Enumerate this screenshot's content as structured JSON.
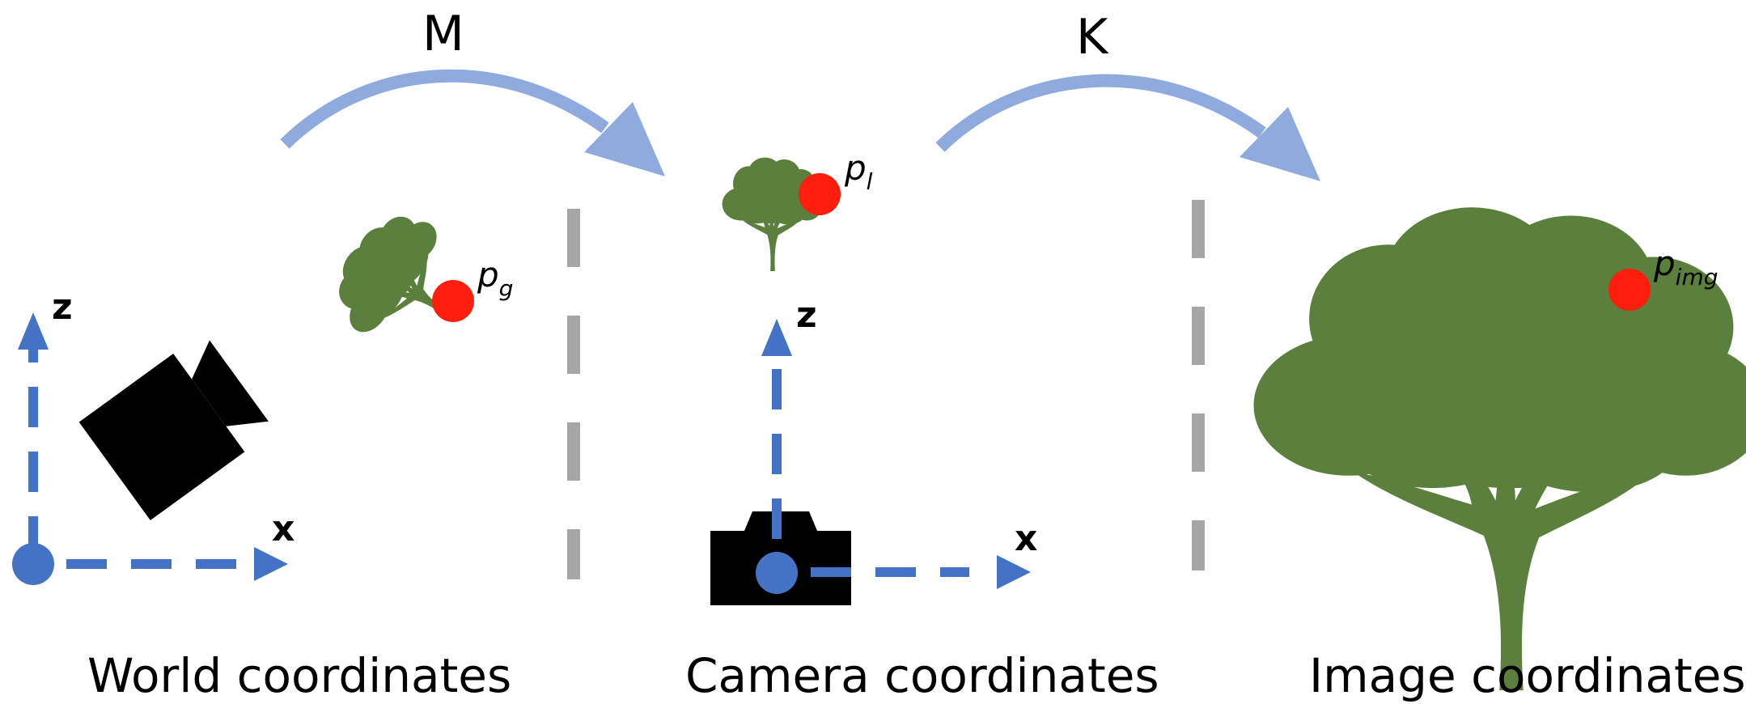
{
  "captions": {
    "world": "World coordinates",
    "camera": "Camera coordinates",
    "image": "Image coordinates"
  },
  "transforms": {
    "extrinsic": "M",
    "intrinsic": "K"
  },
  "axes": {
    "world_x": "x",
    "world_z": "z",
    "camera_x": "x",
    "camera_z": "z"
  },
  "points": {
    "world": {
      "base": "p",
      "sub": "g"
    },
    "camera": {
      "base": "p",
      "sub": "l"
    },
    "image": {
      "base": "p",
      "sub": "img"
    }
  },
  "colors": {
    "tree": "#5B7F3D",
    "point": "#FF1E0E",
    "axis": "#4472C4",
    "arc": "#8FAADC",
    "divider": "#A6A6A6",
    "camera": "#000000"
  }
}
